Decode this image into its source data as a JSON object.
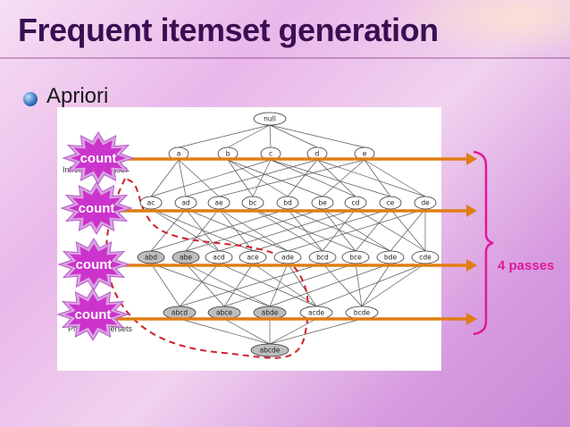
{
  "title": "Frequent itemset generation",
  "bullet": "Apriori",
  "lattice": {
    "root": "null",
    "level1": [
      "a",
      "b",
      "c",
      "d",
      "e"
    ],
    "level2": [
      "ac",
      "ad",
      "ae",
      "bc",
      "bd",
      "be",
      "cd",
      "ce",
      "de"
    ],
    "level3": [
      "abd",
      "abe",
      "acd",
      "ace",
      "ade",
      "bcd",
      "bce",
      "bde",
      "cde"
    ],
    "level4": [
      "abcd",
      "abce",
      "abde",
      "acde",
      "bcde"
    ],
    "level5": [
      "abcde"
    ],
    "shaded": [
      "abd",
      "abe",
      "abcd",
      "abce",
      "abde",
      "abcde"
    ]
  },
  "faint_labels": {
    "infrequent": "Infrequent Itemset",
    "pruned": "Pruned Supersets"
  },
  "count_labels": [
    "count",
    "count",
    "count",
    "count"
  ],
  "passes_label": "4 passes",
  "colors": {
    "arrow": "#e07d14",
    "brace": "#e0199a",
    "burst": "#cc33cc",
    "dashed": "#d0202a",
    "title": "#3a0f52"
  }
}
